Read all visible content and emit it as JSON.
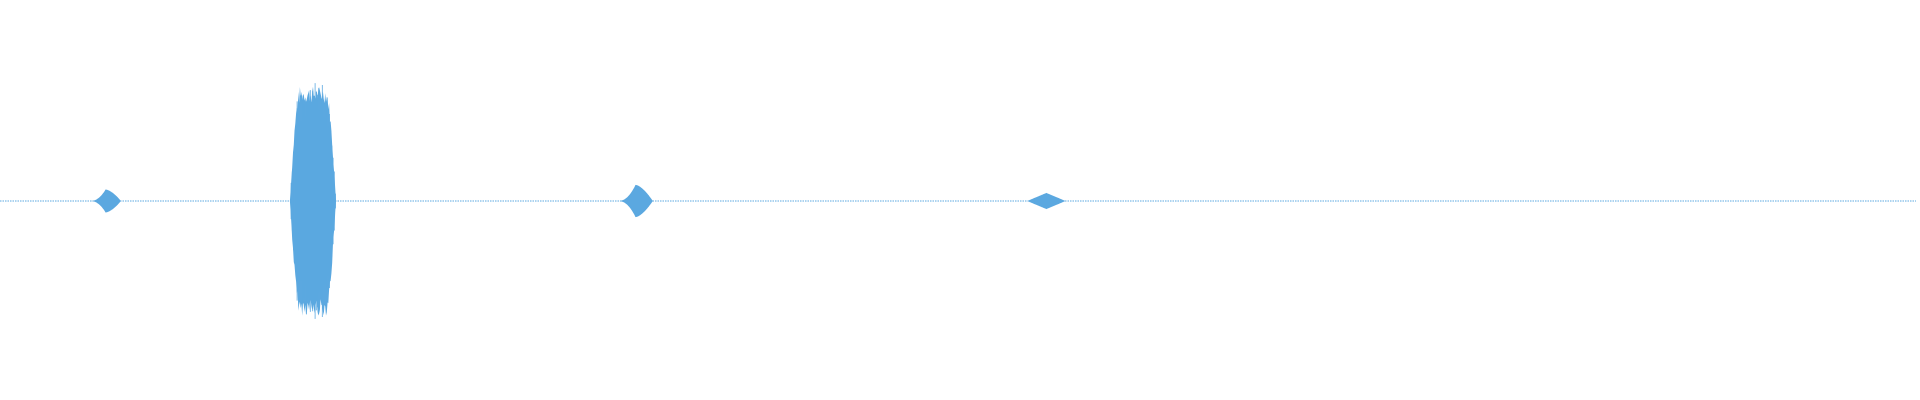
{
  "waveform": {
    "color": "#5ba8e0",
    "background": "#ffffff",
    "bursts": [
      {
        "position": 0.055,
        "amplitude": 0.1,
        "width": 0.016,
        "shape": "tail-left"
      },
      {
        "position": 0.163,
        "amplitude": 1.0,
        "width": 0.024,
        "shape": "symmetric"
      },
      {
        "position": 0.331,
        "amplitude": 0.14,
        "width": 0.018,
        "shape": "tail-left"
      },
      {
        "position": 0.545,
        "amplitude": 0.07,
        "width": 0.02,
        "shape": "diamond"
      }
    ],
    "baseline_end": 0.998
  }
}
